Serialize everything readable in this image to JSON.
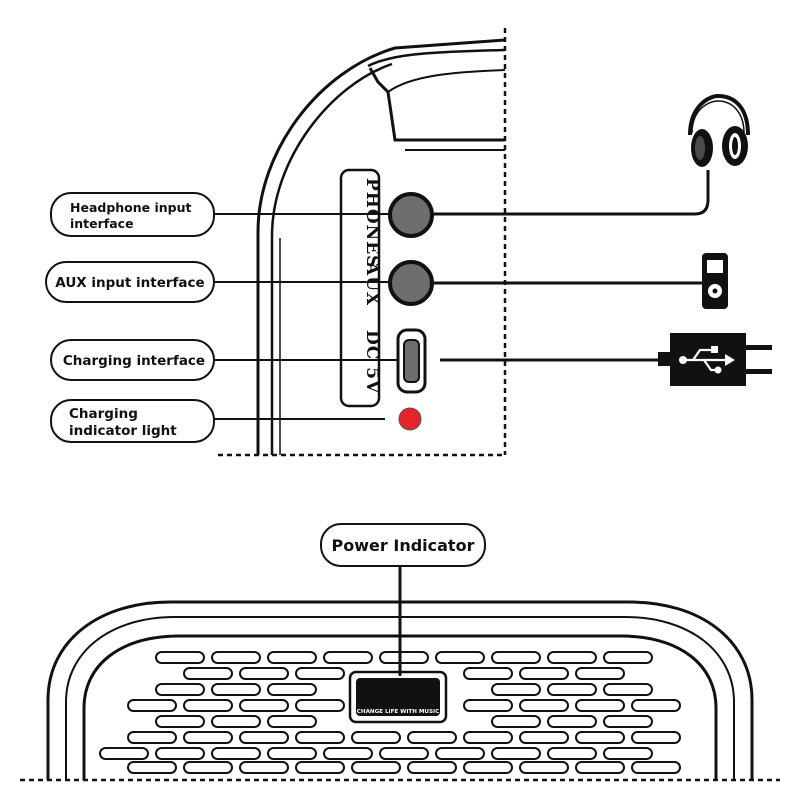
{
  "callouts": {
    "headphone": {
      "line1": "Headphone input",
      "line2": "interface"
    },
    "aux": {
      "label": "AUX input interface"
    },
    "charging": {
      "label": "Charging interface"
    },
    "indicator_light": {
      "line1": "Charging",
      "line2": "indicator light"
    },
    "power": {
      "label": "Power Indicator"
    }
  },
  "panel": {
    "phones_label": "PHONES",
    "aux_label": "AUX",
    "dc_label": "DC 5V"
  },
  "speaker": {
    "logo_text": "CHANGE LIFE WITH MUSIC"
  },
  "colors": {
    "stroke": "#111111",
    "jack_fill": "#6e6e6e",
    "led_red": "#e8232a",
    "background": "#ffffff"
  }
}
